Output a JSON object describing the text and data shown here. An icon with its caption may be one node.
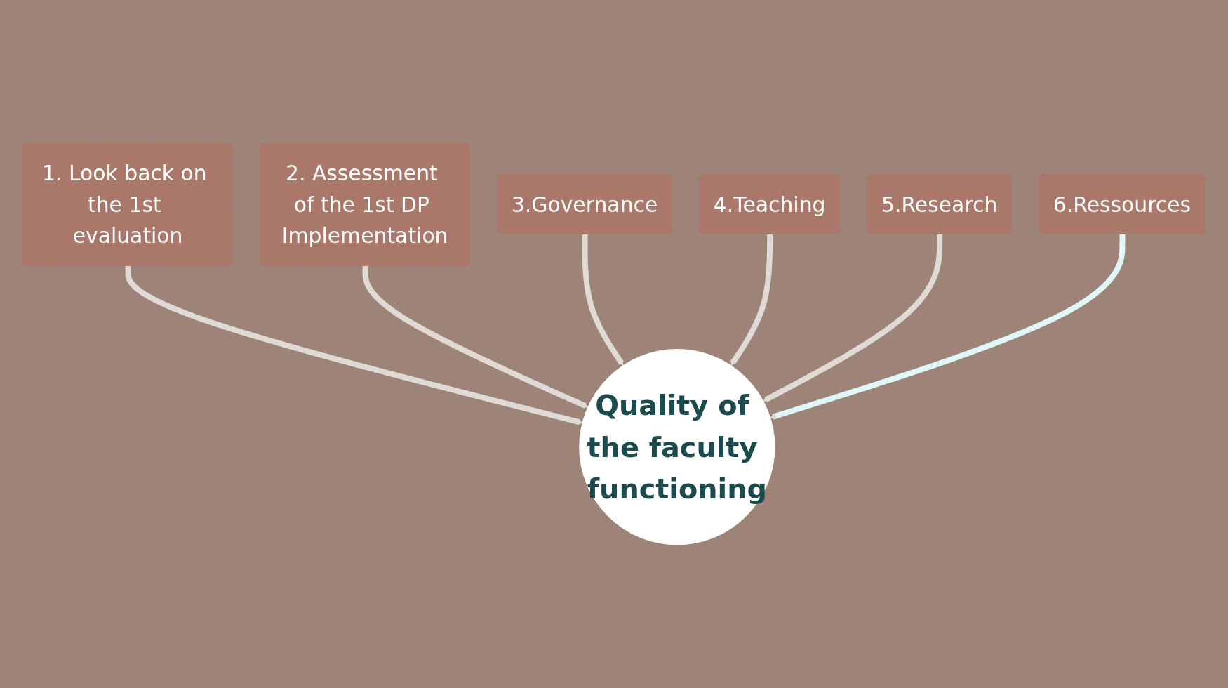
{
  "diagram": {
    "nodes": [
      {
        "text": [
          "1. Look back on the 1st evaluation"
        ]
      },
      {
        "text": [
          "2. Assessment of the 1st DP Implementation"
        ]
      },
      {
        "text": [
          "3.Governance"
        ]
      },
      {
        "text": [
          "4.Teaching"
        ]
      },
      {
        "text": [
          "5.Research"
        ]
      },
      {
        "text": [
          "6.Ressources"
        ]
      },
      {
        "text": [
          "Quality of the faculty functioning"
        ]
      }
    ],
    "edges": [
      {
        "from": 0,
        "to": 6,
        "arrow": "to"
      },
      {
        "from": 1,
        "to": 6,
        "arrow": "to"
      },
      {
        "from": 2,
        "to": 6,
        "arrow": "to"
      },
      {
        "from": 3,
        "to": 6,
        "arrow": "to"
      },
      {
        "from": 4,
        "to": 6,
        "arrow": "to"
      },
      {
        "from": 5,
        "to": 6,
        "arrow": "to",
        "color": "#dff8f7"
      }
    ]
  }
}
